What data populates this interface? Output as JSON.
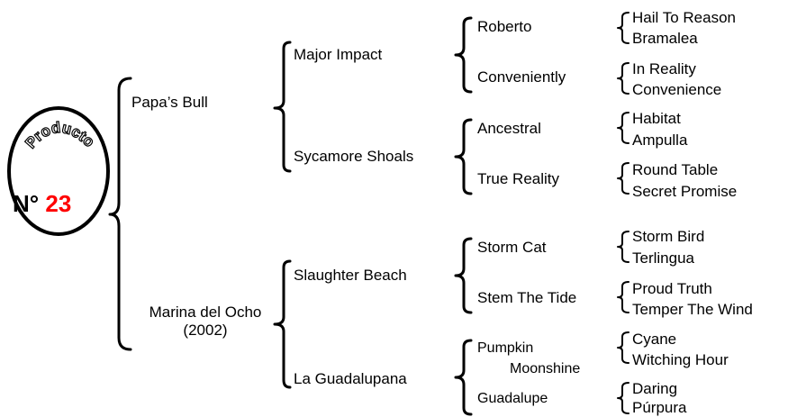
{
  "badge": {
    "label": "Producto",
    "number_prefix": "N°",
    "number": "23",
    "number_color": "#ff0000"
  },
  "pedigree": {
    "sire": {
      "name": "Papa’s Bull",
      "sire": {
        "name": "Major Impact",
        "sire": {
          "name": "Roberto",
          "parents": [
            "Hail To Reason",
            "Bramalea"
          ]
        },
        "dam": {
          "name": "Conveniently",
          "parents": [
            "In Reality",
            "Convenience"
          ]
        }
      },
      "dam": {
        "name": "Sycamore Shoals",
        "sire": {
          "name": "Ancestral",
          "parents": [
            "Habitat",
            "Ampulla"
          ]
        },
        "dam": {
          "name": "True Reality",
          "parents": [
            "Round Table",
            "Secret Promise"
          ]
        }
      }
    },
    "dam": {
      "name": "Marina del Ocho",
      "year": "(2002)",
      "sire": {
        "name": "Slaughter Beach",
        "sire": {
          "name": "Storm Cat",
          "parents": [
            "Storm Bird",
            "Terlingua"
          ]
        },
        "dam": {
          "name": "Stem The Tide",
          "parents": [
            "Proud Truth",
            "Temper The Wind"
          ]
        }
      },
      "dam": {
        "name": "La Guadalupana",
        "sire": {
          "name_line1": "Pumpkin",
          "name_line2": "Moonshine",
          "parents": [
            "Cyane",
            "Witching Hour"
          ]
        },
        "dam": {
          "name": "Guadalupe",
          "parents": [
            "Daring",
            "Púrpura"
          ]
        }
      }
    }
  }
}
